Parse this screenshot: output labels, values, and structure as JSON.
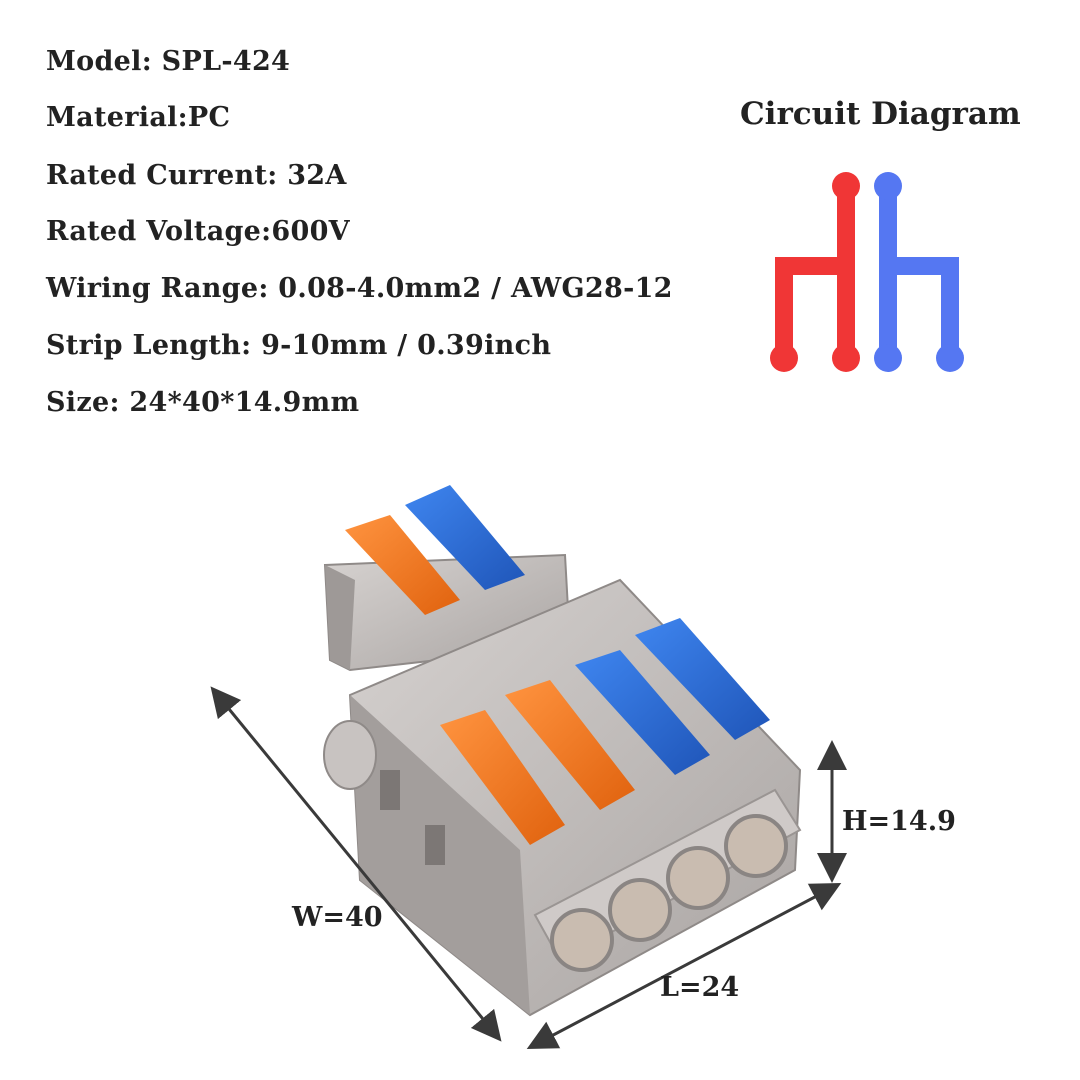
{
  "specs": {
    "model": "Model:  SPL-424",
    "material": "Material:PC",
    "rated_current": "Rated Current: 32A",
    "rated_voltage": "Rated Voltage:600V",
    "wiring_range": "Wiring Range: 0.08-4.0mm2 / AWG28-12",
    "strip_length": "Strip Length: 9-10mm / 0.39inch",
    "size": "Size: 24*40*14.9mm"
  },
  "circuit": {
    "title": "Circuit Diagram",
    "colors": {
      "red": "#f03636",
      "blue": "#5577f2"
    }
  },
  "dimensions": {
    "width_label": "W=40",
    "length_label": "L=24",
    "height_label": "H=14.9"
  },
  "colors": {
    "housing": "#bdb8b6",
    "orange_lever": "#f47a22",
    "blue_lever": "#2f6fd6"
  }
}
